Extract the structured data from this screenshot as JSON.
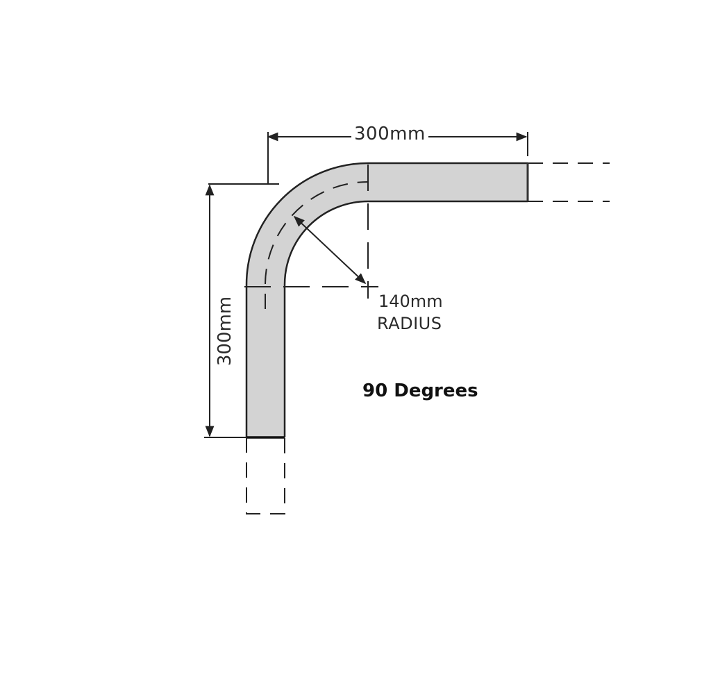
{
  "diagram": {
    "type": "pipe-bend-dimension-drawing",
    "labels": {
      "horizontal_length": "300mm",
      "vertical_length": "300mm",
      "radius_value": "140mm",
      "radius_word": "RADIUS",
      "angle": "90 Degrees"
    },
    "colors": {
      "pipe_fill": "#d3d3d3",
      "line": "#222222",
      "background": "#ffffff"
    }
  }
}
